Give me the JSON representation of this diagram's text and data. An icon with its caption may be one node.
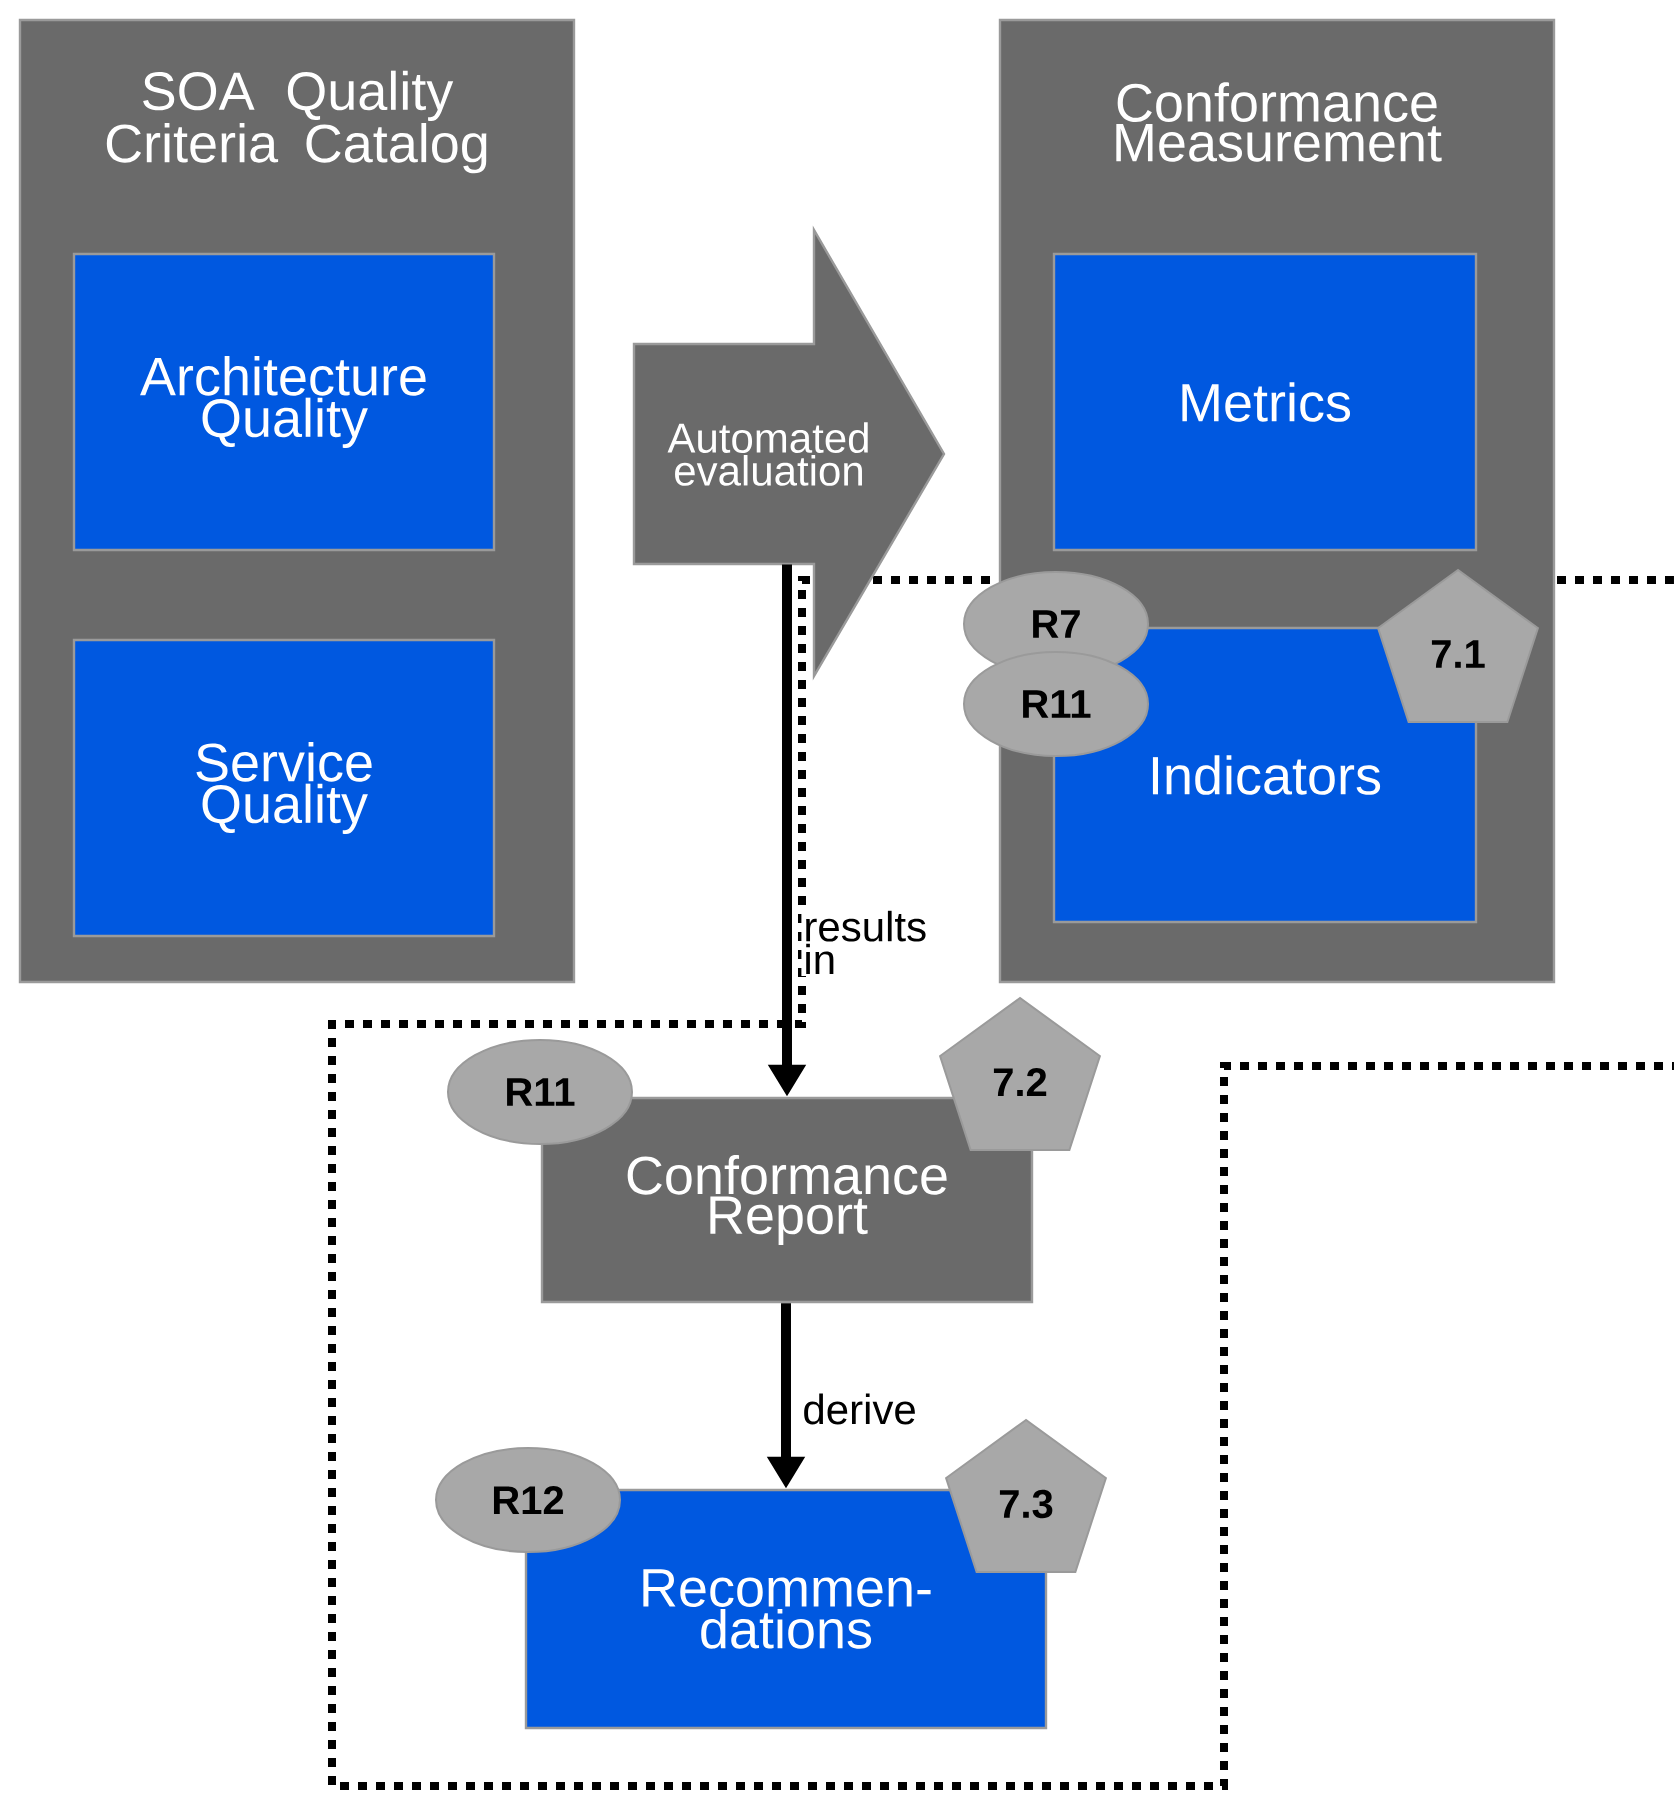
{
  "diagram": {
    "nodes": [
      {
        "text": [
          "SOA Quality Criteria Catalog"
        ]
      },
      {
        "text": [
          "Architecture Quality"
        ],
        "in": 0
      },
      {
        "text": [
          "Service Quality"
        ],
        "in": 0
      },
      {
        "text": [
          "Automated evaluation"
        ]
      },
      {
        "text": [
          "Conformance Measurement"
        ]
      },
      {
        "text": [
          "Metrics"
        ],
        "in": 4
      },
      {
        "text": [
          "Indicators"
        ],
        "in": 4
      },
      {
        "text": [
          "R7"
        ]
      },
      {
        "text": [
          "R11"
        ]
      },
      {
        "text": [
          "7.1"
        ],
        "in": 4
      },
      {
        "text": [
          "R11"
        ]
      },
      {
        "text": [
          "7.2"
        ]
      },
      {
        "text": [
          "Conformance Report"
        ]
      },
      {
        "text": [
          "R12"
        ]
      },
      {
        "text": [
          "7.3"
        ]
      },
      {
        "text": [
          "Recommen- dations"
        ]
      }
    ],
    "edges": [
      {
        "from": 3,
        "to": 12,
        "arrow": "to",
        "label": "results in"
      },
      {
        "from": 12,
        "to": 15,
        "arrow": "to",
        "label": "derive"
      }
    ]
  }
}
